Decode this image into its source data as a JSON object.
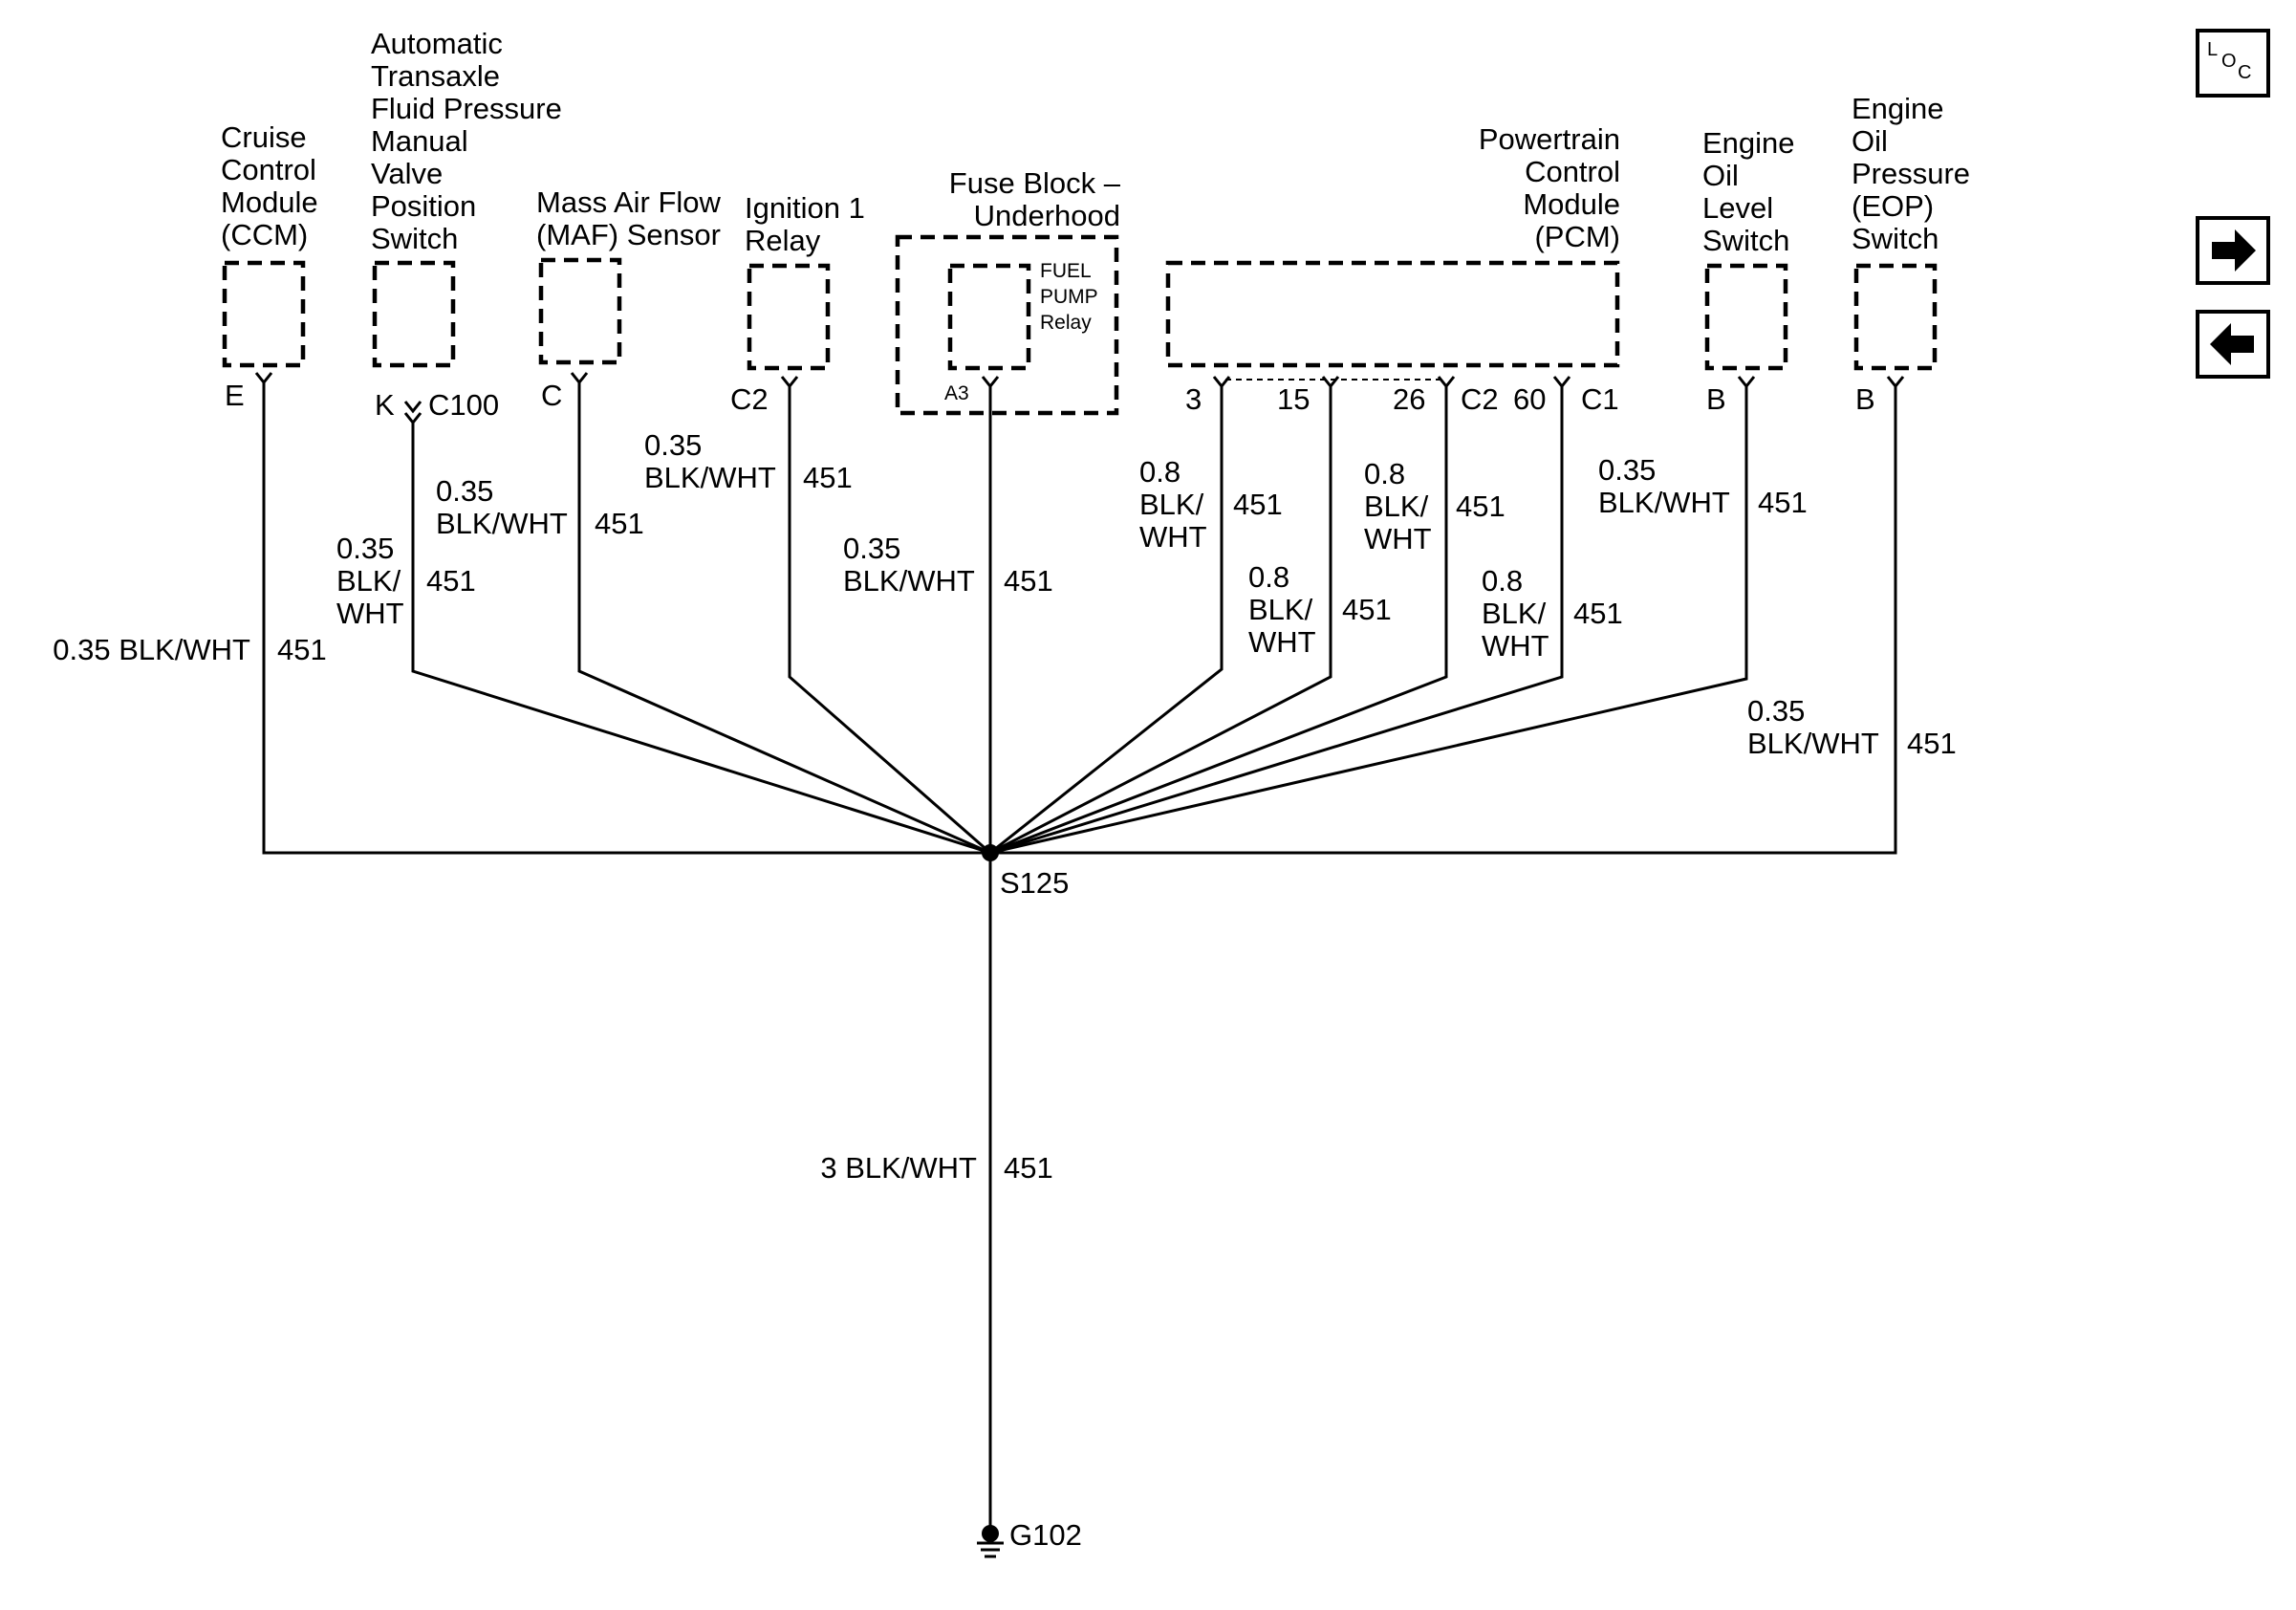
{
  "components": {
    "ccm": [
      "Cruise",
      "Control",
      "Module",
      "(CCM)"
    ],
    "atfp": [
      "Automatic",
      "Transaxle",
      "Fluid Pressure",
      "Manual",
      "Valve",
      "Position",
      "Switch"
    ],
    "maf": [
      "Mass Air Flow",
      "(MAF) Sensor"
    ],
    "ign": [
      "Ignition 1",
      "Relay"
    ],
    "fuse": [
      "Fuse Block –",
      "Underhood"
    ],
    "fuel_relay": [
      "FUEL",
      "PUMP",
      "Relay"
    ],
    "pcm": [
      "Powertrain",
      "Control",
      "Module",
      "(PCM)"
    ],
    "eol": [
      "Engine",
      "Oil",
      "Level",
      "Switch"
    ],
    "eop": [
      "Engine",
      "Oil",
      "Pressure",
      "(EOP)",
      "Switch"
    ]
  },
  "pins": {
    "ccm": "E",
    "atfp": "K",
    "atfp_conn": "C100",
    "maf": "C",
    "ign": "C2",
    "fuse": "A3",
    "pcm_3": "3",
    "pcm_15": "15",
    "pcm_26": "26",
    "pcm_c2": "C2",
    "pcm_60": "60",
    "pcm_c1": "C1",
    "eol": "B",
    "eop": "B"
  },
  "wires": {
    "ccm": [
      "0.35 BLK/WHT"
    ],
    "ccm_circuit": "451",
    "atfp": [
      "0.35",
      "BLK/",
      "WHT"
    ],
    "atfp_circuit": "451",
    "maf": [
      "0.35",
      "BLK/WHT"
    ],
    "maf_circuit": "451",
    "ign": [
      "0.35",
      "BLK/WHT"
    ],
    "ign_circuit": "451",
    "fuse": [
      "0.35",
      "BLK/WHT"
    ],
    "fuse_circuit": "451",
    "pcm_3": [
      "0.8",
      "BLK/",
      "WHT"
    ],
    "pcm_3_circuit": "451",
    "pcm_15": [
      "0.8",
      "BLK/",
      "WHT"
    ],
    "pcm_15_circuit": "451",
    "pcm_26": [
      "0.8",
      "BLK/",
      "WHT"
    ],
    "pcm_26_circuit": "451",
    "pcm_60": [
      "0.8",
      "BLK/",
      "WHT"
    ],
    "pcm_60_circuit": "451",
    "eol": [
      "0.35",
      "BLK/WHT"
    ],
    "eol_circuit": "451",
    "eop": [
      "0.35",
      "BLK/WHT"
    ],
    "eop_circuit": "451",
    "ground": [
      "3 BLK/WHT"
    ],
    "ground_circuit": "451"
  },
  "splice": "S125",
  "ground": "G102",
  "nav": {
    "loc_l": "L",
    "loc_o": "O",
    "loc_c": "C",
    "forward_icon": "arrow-right-icon",
    "back_icon": "arrow-left-icon"
  }
}
